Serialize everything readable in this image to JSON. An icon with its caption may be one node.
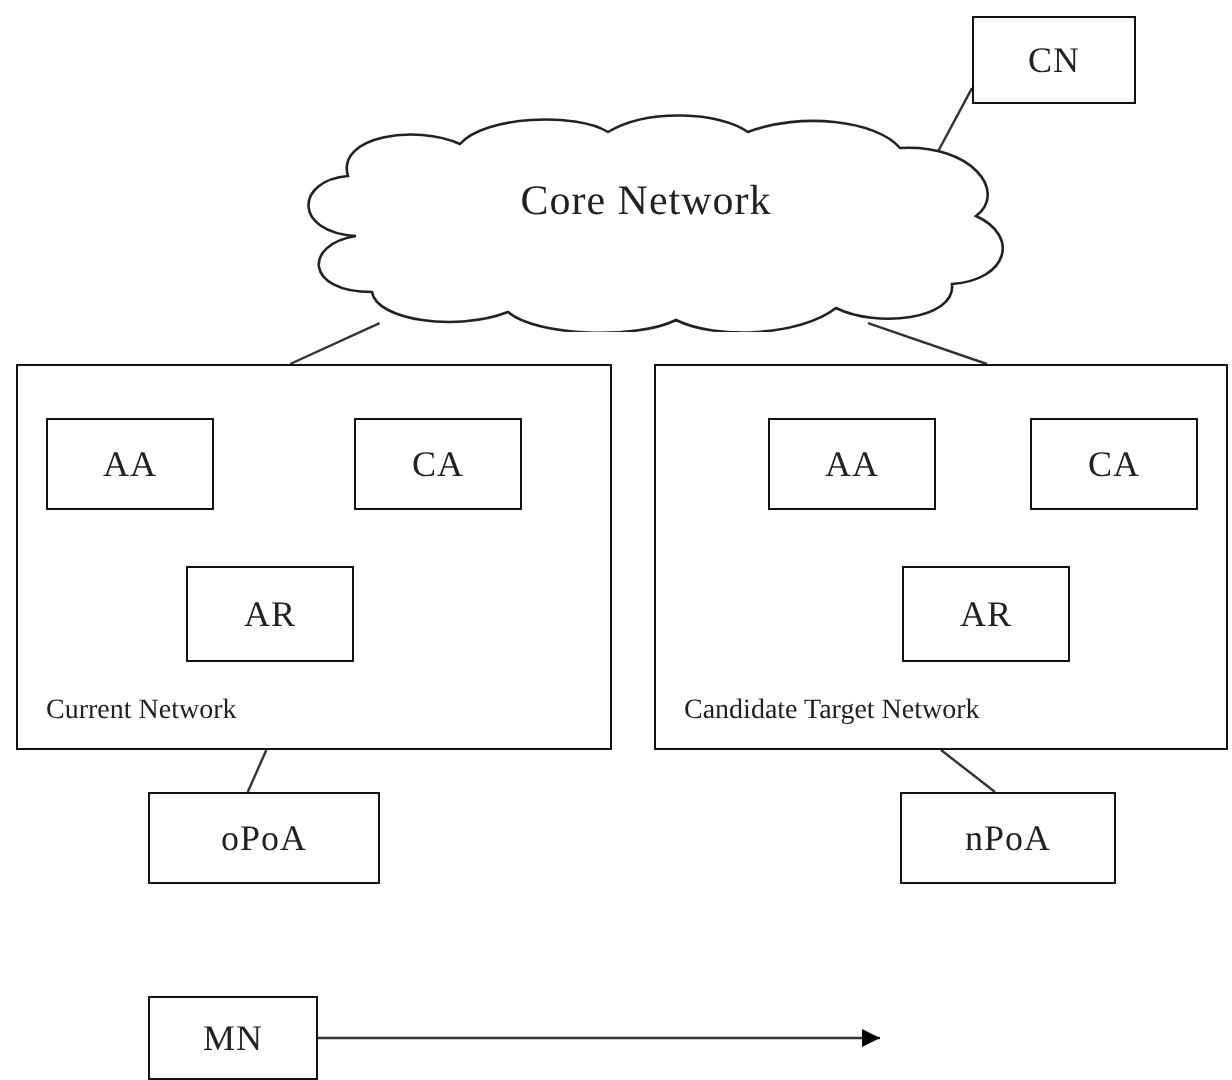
{
  "diagram": {
    "nodes": [
      {
        "text": [
          "CN"
        ]
      },
      {
        "text": [
          "Core Network"
        ]
      },
      {
        "text": [
          "Current Network"
        ]
      },
      {
        "text": [
          "AA"
        ],
        "in": 2
      },
      {
        "text": [
          "CA"
        ],
        "in": 2
      },
      {
        "text": [
          "AR"
        ],
        "in": 2
      },
      {
        "text": [
          "Candidate Target Network"
        ]
      },
      {
        "text": [
          "AA"
        ],
        "in": 6
      },
      {
        "text": [
          "CA"
        ],
        "in": 6
      },
      {
        "text": [
          "AR"
        ],
        "in": 6
      },
      {
        "text": [
          "oPoA"
        ]
      },
      {
        "text": [
          "nPoA"
        ]
      },
      {
        "text": [
          "MN"
        ]
      }
    ],
    "edges": [
      {
        "from": 0,
        "to": 1,
        "arrow": "none"
      },
      {
        "from": 1,
        "to": 2,
        "arrow": "none"
      },
      {
        "from": 1,
        "to": 6,
        "arrow": "none"
      },
      {
        "from": 2,
        "to": 10,
        "arrow": "none"
      },
      {
        "from": 6,
        "to": 11,
        "arrow": "none"
      },
      {
        "from": 12,
        "to": null,
        "arrow": "to"
      }
    ]
  }
}
